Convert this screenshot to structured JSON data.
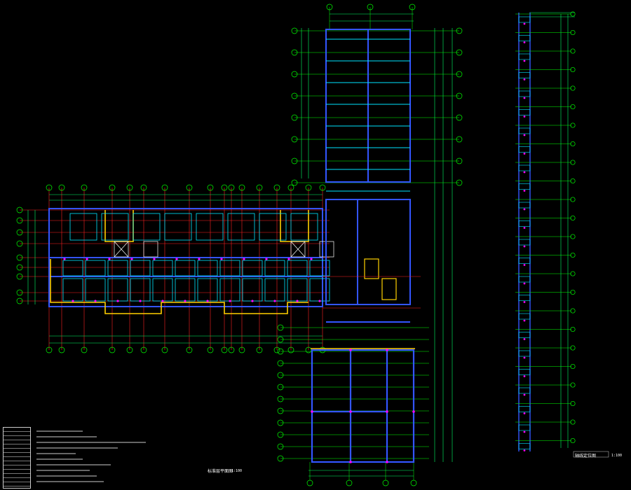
{
  "drawing": {
    "main_plan_title": "标准层平面图",
    "main_plan_scale": "1:100",
    "side_plan_title": "轴线定位图",
    "side_plan_scale": "1:100"
  },
  "colors": {
    "background": "#000000",
    "grid": "#00ff00",
    "axis": "#ff2020",
    "wall": "#3355ff",
    "column": "#ffd000",
    "dimension": "#00ff66",
    "text": "#ffffff",
    "accent": "#ff00ff",
    "cyan": "#00e5ff"
  }
}
